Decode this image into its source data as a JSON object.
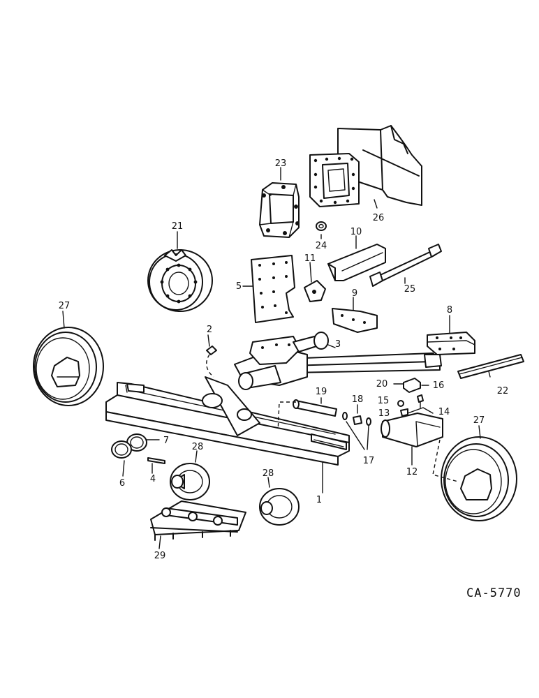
{
  "callouts": [
    {
      "id": "c1",
      "text": "1"
    },
    {
      "id": "c2",
      "text": "2"
    },
    {
      "id": "c3",
      "text": "3"
    },
    {
      "id": "c4",
      "text": "4"
    },
    {
      "id": "c5",
      "text": "5"
    },
    {
      "id": "c6",
      "text": "6"
    },
    {
      "id": "c7",
      "text": "7"
    },
    {
      "id": "c8",
      "text": "8"
    },
    {
      "id": "c9",
      "text": "9"
    },
    {
      "id": "c10",
      "text": "10"
    },
    {
      "id": "c11",
      "text": "11"
    },
    {
      "id": "c12",
      "text": "12"
    },
    {
      "id": "c13",
      "text": "13"
    },
    {
      "id": "c14",
      "text": "14"
    },
    {
      "id": "c15",
      "text": "15"
    },
    {
      "id": "c16",
      "text": "16"
    },
    {
      "id": "c17",
      "text": "17"
    },
    {
      "id": "c18",
      "text": "18"
    },
    {
      "id": "c19",
      "text": "19"
    },
    {
      "id": "c20",
      "text": "20"
    },
    {
      "id": "c21",
      "text": "21"
    },
    {
      "id": "c22",
      "text": "22"
    },
    {
      "id": "c23",
      "text": "23"
    },
    {
      "id": "c24",
      "text": "24"
    },
    {
      "id": "c25",
      "text": "25"
    },
    {
      "id": "c26",
      "text": "26"
    },
    {
      "id": "c27a",
      "text": "27"
    },
    {
      "id": "c27b",
      "text": "27"
    },
    {
      "id": "c28a",
      "text": "28"
    },
    {
      "id": "c28b",
      "text": "28"
    },
    {
      "id": "c29",
      "text": "29"
    }
  ],
  "drawing_code": "CA-5770"
}
